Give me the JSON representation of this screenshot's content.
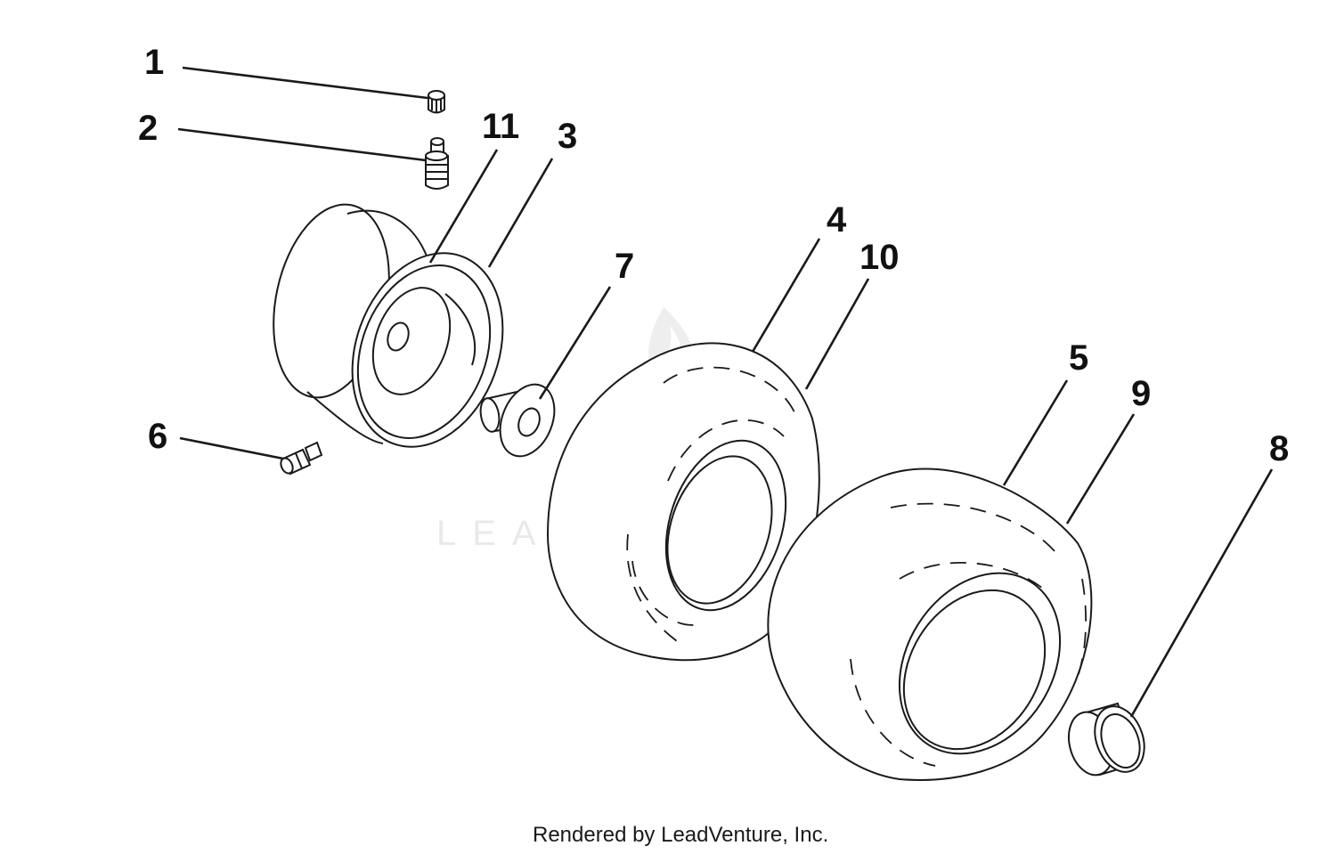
{
  "watermark": {
    "word": "LEADVENTURE"
  },
  "callouts": [
    {
      "id": "1",
      "label": "1"
    },
    {
      "id": "2",
      "label": "2"
    },
    {
      "id": "11",
      "label": "11"
    },
    {
      "id": "3",
      "label": "3"
    },
    {
      "id": "7",
      "label": "7"
    },
    {
      "id": "4",
      "label": "4"
    },
    {
      "id": "10",
      "label": "10"
    },
    {
      "id": "6",
      "label": "6"
    },
    {
      "id": "5",
      "label": "5"
    },
    {
      "id": "9",
      "label": "9"
    },
    {
      "id": "8",
      "label": "8"
    }
  ],
  "footer": {
    "text": "Rendered by LeadVenture, Inc."
  }
}
